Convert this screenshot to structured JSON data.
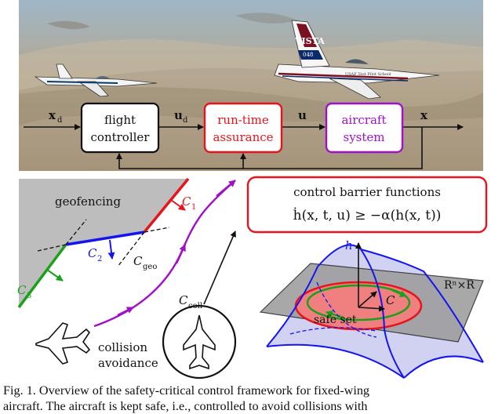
{
  "blocks": {
    "flight_controller": [
      "flight",
      "controller"
    ],
    "rta": [
      "run-time",
      "assurance"
    ],
    "aircraft": [
      "aircraft",
      "system"
    ]
  },
  "signals": {
    "xd": "x",
    "xd_sub": "d",
    "ud": "u",
    "ud_sub": "d",
    "u": "u",
    "x": "x"
  },
  "aircraft_labels": {
    "tail": "VISTA",
    "tail_num": "048",
    "fuselage": "USAF Test Pilot School"
  },
  "geofence": {
    "title": "geofencing",
    "c1": "C",
    "c1_sub": "1",
    "c2": "C",
    "c2_sub": "2",
    "c3": "C",
    "c3_sub": "3",
    "cgeo": "C",
    "cgeo_sub": "geo"
  },
  "collision": {
    "ccoll": "C",
    "ccoll_sub": "coll",
    "line1": "collision",
    "line2": "avoidance"
  },
  "cbf": {
    "title": "control barrier functions",
    "inequality": "ḣ(x, t, u) ≥ −α(h(x, t))"
  },
  "plot": {
    "h_label": "h",
    "c_label": "C",
    "safe_set": "safe set",
    "space": "Rⁿ×R"
  },
  "colors": {
    "red": "#e8141c",
    "blue": "#1414f0",
    "green": "#1aa01a",
    "purple": "#a010c8",
    "gray": "#bdbdbd"
  },
  "caption": {
    "line1": "Fig. 1.   Overview of the safety-critical control framework for fixed-wing",
    "line2": "aircraft. The aircraft is kept safe, i.e., controlled to avoid collisions with"
  }
}
